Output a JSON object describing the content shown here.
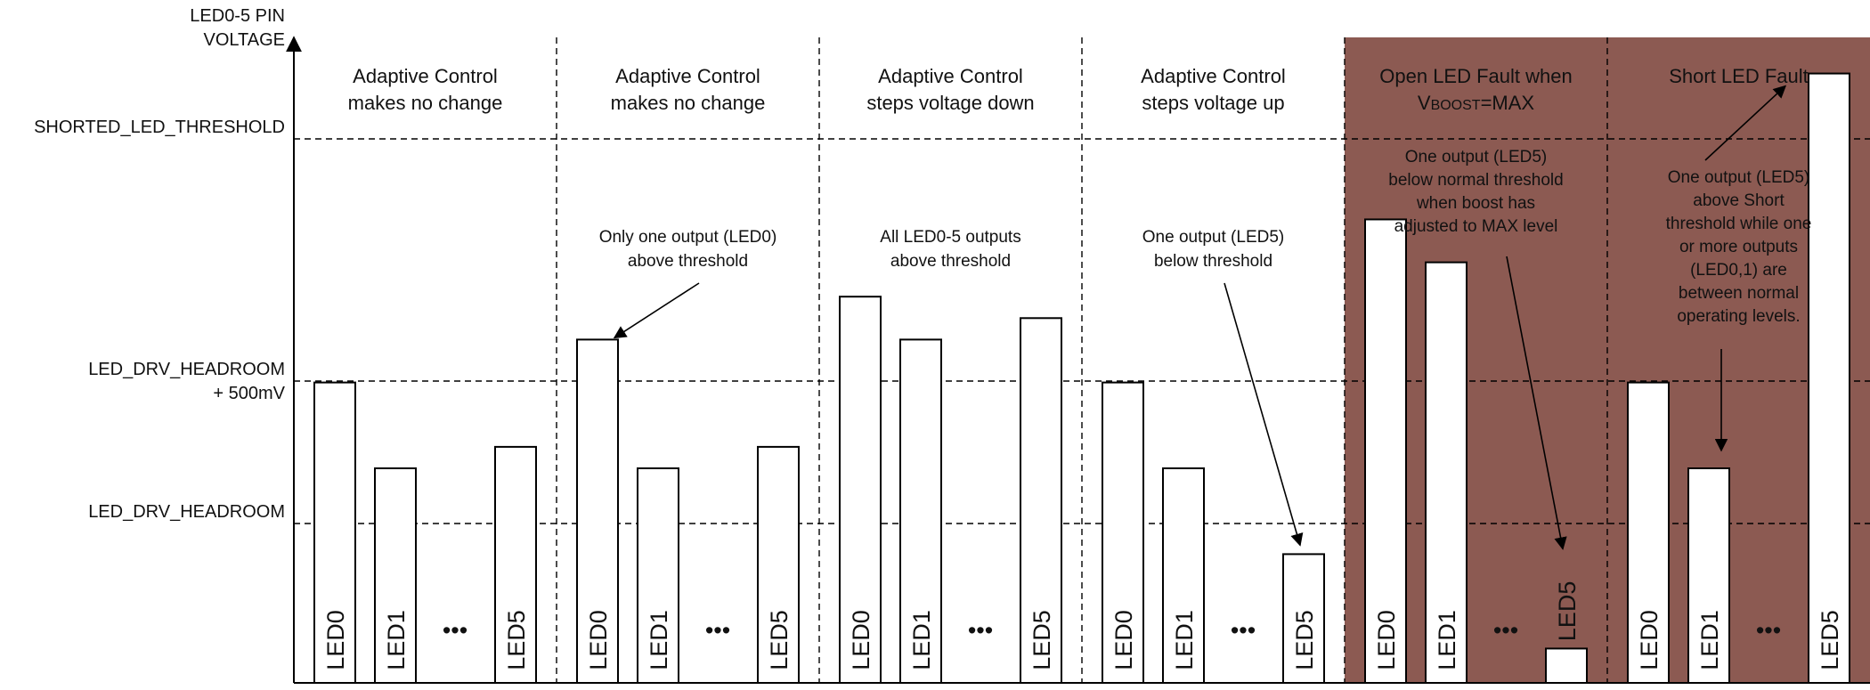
{
  "axis": {
    "y_title": [
      "LED0-5 PIN",
      "VOLTAGE"
    ]
  },
  "thresholds": [
    {
      "key": "shorted",
      "label": [
        "SHORTED_LED_THRESHOLD"
      ]
    },
    {
      "key": "headroom500",
      "label": [
        "LED_DRV_HEADROOM",
        "+ 500mV"
      ]
    },
    {
      "key": "headroom",
      "label": [
        "LED_DRV_HEADROOM"
      ]
    }
  ],
  "colors": {
    "fault_fill": "#8c5a52",
    "bar_fill": "#ffffff",
    "line": "#000000"
  },
  "ellipsis": "•••",
  "panels": [
    {
      "id": "no-change-1",
      "fault": false,
      "title": [
        "Adaptive Control",
        "makes no change"
      ],
      "annotation": [],
      "bars": [
        {
          "label": "LED0",
          "level": 0.7
        },
        {
          "label": "LED1",
          "level": 0.5
        },
        {
          "label": "LED5",
          "level": 0.55
        }
      ]
    },
    {
      "id": "no-change-2",
      "fault": false,
      "title": [
        "Adaptive Control",
        "makes no change"
      ],
      "annotation": [
        "Only one output (LED0)",
        "above threshold"
      ],
      "bars": [
        {
          "label": "LED0",
          "level": 0.8
        },
        {
          "label": "LED1",
          "level": 0.5
        },
        {
          "label": "LED5",
          "level": 0.55
        }
      ]
    },
    {
      "id": "steps-down",
      "fault": false,
      "title": [
        "Adaptive Control",
        "steps voltage down"
      ],
      "annotation": [
        "All LED0-5 outputs",
        "above threshold"
      ],
      "bars": [
        {
          "label": "LED0",
          "level": 0.9
        },
        {
          "label": "LED1",
          "level": 0.8
        },
        {
          "label": "LED5",
          "level": 0.85
        }
      ]
    },
    {
      "id": "steps-up",
      "fault": false,
      "title": [
        "Adaptive Control",
        "steps voltage up"
      ],
      "annotation": [
        "One output (LED5)",
        "below threshold"
      ],
      "bars": [
        {
          "label": "LED0",
          "level": 0.7
        },
        {
          "label": "LED1",
          "level": 0.5
        },
        {
          "label": "LED5",
          "level": 0.3
        }
      ]
    },
    {
      "id": "open-fault",
      "fault": true,
      "title_line1": "Open LED Fault when",
      "title_v": "V",
      "title_sub": "BOOST",
      "title_eq": "=MAX",
      "annotation": [
        "One output (LED5)",
        "below normal threshold",
        "when boost has",
        "adjusted to MAX level"
      ],
      "bars": [
        {
          "label": "LED0",
          "level": 1.08
        },
        {
          "label": "LED1",
          "level": 0.98
        },
        {
          "label": "LED5",
          "level": 0.08
        }
      ]
    },
    {
      "id": "short-fault",
      "fault": true,
      "title": [
        "Short LED Fault"
      ],
      "annotation": [
        "One output (LED5)",
        "above Short",
        "threshold while one",
        "or more outputs",
        "(LED0,1) are",
        "between normal",
        "operating levels."
      ],
      "bars": [
        {
          "label": "LED0",
          "level": 0.7
        },
        {
          "label": "LED1",
          "level": 0.5
        },
        {
          "label": "LED5",
          "level": 1.42
        }
      ]
    }
  ]
}
